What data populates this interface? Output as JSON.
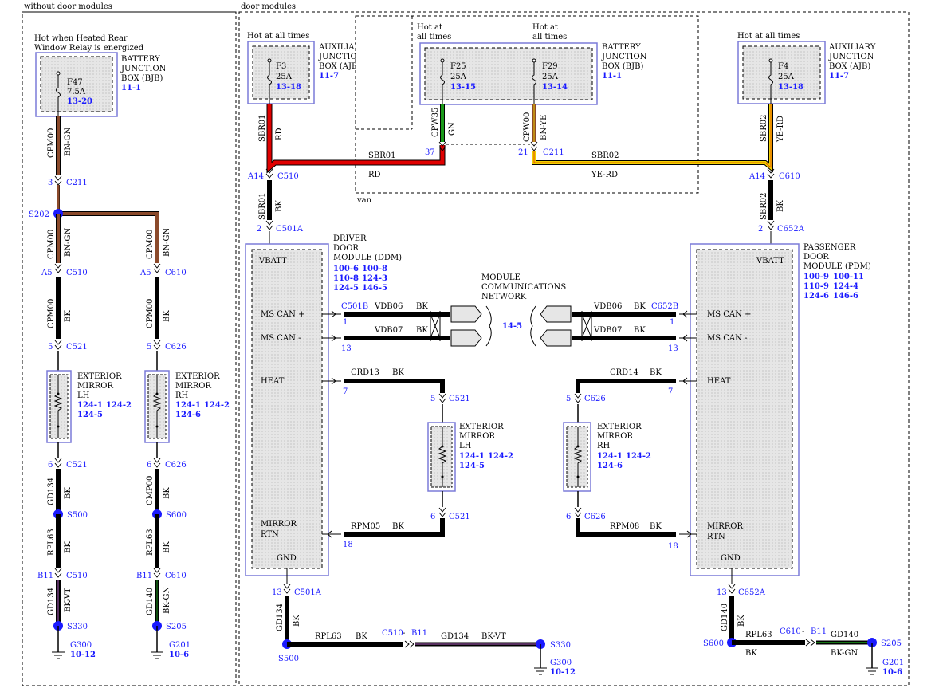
{
  "sections": {
    "left": "without door modules",
    "right": "door modules",
    "van": "van"
  },
  "colors": {
    "wire_black": "#000000",
    "wire_brown": "#8b4a2b",
    "wire_red": "#e00000",
    "wire_yellow": "#f0d000",
    "wire_green": "#1a9a1a",
    "splice": "#1a1aff",
    "ref_text": "#1a1aff",
    "box_outline": "#7b7bd8",
    "module_fill": "#e6e6e6"
  },
  "left_circuit": {
    "hot_note_1": "Hot when Heated Rear",
    "hot_note_2": "Window Relay is energized",
    "fuse": {
      "name": "F47",
      "rating": "7.5A",
      "ref": "13-20"
    },
    "bjb": {
      "l1": "BATTERY",
      "l2": "JUNCTION",
      "l3": "BOX (BJB)",
      "ref": "11-1"
    },
    "w_top_circuit": "CPM00",
    "w_top_color": "BN-GN",
    "c211_pin": "3",
    "c211": "C211",
    "s202": "S202",
    "lh_circuit": "CPM00",
    "lh_color": "BN-GN",
    "lh_c510_pin": "A5",
    "lh_c510": "C510",
    "lh_bk_circuit": "CPM00",
    "lh_bk_color": "BK",
    "lh_c521_pin_top": "5",
    "lh_c521_top": "C521",
    "mirror_lh": {
      "l1": "EXTERIOR",
      "l2": "MIRROR",
      "l3": "LH",
      "ref1": "124-1",
      "ref2": "124-2",
      "ref3": "124-5"
    },
    "lh_c521_pin_bot": "6",
    "lh_c521_bot": "C521",
    "lh_gd_circuit": "GD134",
    "lh_gd_color": "BK",
    "s500": "S500",
    "lh_rpl_circuit": "RPL63",
    "lh_rpl_color": "BK",
    "lh_c510b_pin": "B11",
    "lh_c510b": "C510",
    "lh_gd2_circuit": "GD134",
    "lh_gd2_color": "BK-VT",
    "s330": "S330",
    "g300": "G300",
    "g300_ref": "10-12",
    "rh_circuit": "CPM00",
    "rh_color": "BN-GN",
    "rh_c610_pin": "A5",
    "rh_c610": "C610",
    "rh_bk_circuit": "CPM00",
    "rh_bk_color": "BK",
    "rh_c626_pin_top": "5",
    "rh_c626_top": "C626",
    "mirror_rh": {
      "l1": "EXTERIOR",
      "l2": "MIRROR",
      "l3": "RH",
      "ref1": "124-1",
      "ref2": "124-2",
      "ref3": "124-6"
    },
    "rh_c626_pin_bot": "6",
    "rh_c626_bot": "C626",
    "rh_cm_circuit": "CMP00",
    "rh_cm_color": "BK",
    "s600": "S600",
    "rh_rpl_circuit": "RPL63",
    "rh_rpl_color": "BK",
    "rh_c610b_pin": "B11",
    "rh_c610b": "C610",
    "rh_gd_circuit": "GD140",
    "rh_gd_color": "BK-GN",
    "s205": "S205",
    "g201": "G201",
    "g201_ref": "10-6"
  },
  "right_circuit": {
    "hot_left": "Hot at all times",
    "ajb_left": {
      "l1": "AUXILIARY",
      "l2": "JUNCTION",
      "l3": "BOX (AJB)",
      "ref": "11-7"
    },
    "f3": {
      "name": "F3",
      "rating": "25A",
      "ref": "13-18"
    },
    "hot_f25_1": "Hot at",
    "hot_f25_2": "all times",
    "hot_f29_1": "Hot at",
    "hot_f29_2": "all times",
    "f25": {
      "name": "F25",
      "rating": "25A",
      "ref": "13-15"
    },
    "f29": {
      "name": "F29",
      "rating": "25A",
      "ref": "13-14"
    },
    "bjb": {
      "l1": "BATTERY",
      "l2": "JUNCTION",
      "l3": "BOX (BJB)",
      "ref": "11-1"
    },
    "hot_right": "Hot at all times",
    "ajb_right": {
      "l1": "AUXILIARY",
      "l2": "JUNCTION",
      "l3": "BOX (AJB)",
      "ref": "11-7"
    },
    "f4": {
      "name": "F4",
      "rating": "25A",
      "ref": "13-18"
    },
    "sbr01_v_circuit": "SBR01",
    "sbr01_v_color": "RD",
    "cpw35_circuit": "CPW35",
    "cpw35_color": "GN",
    "pin37": "37",
    "cpw00_circuit": "CPW00",
    "cpw00_color": "BN-YE",
    "pin21": "21",
    "c211": "C211",
    "sbr01_h": "SBR01",
    "sbr01_h_color": "RD",
    "sbr02_h": "SBR02",
    "sbr02_h_color": "YE-RD",
    "sbr02_v_circuit": "SBR02",
    "sbr02_v_color": "YE-RD",
    "a14_l": "A14",
    "c510": "C510",
    "a14_r": "A14",
    "c610": "C610",
    "sbr01_bk": "SBR01",
    "sbr01_bk_color": "BK",
    "sbr02_bk": "SBR02",
    "sbr02_bk_color": "BK",
    "pin2_l": "2",
    "c501a": "C501A",
    "pin2_r": "2",
    "c652a": "C652A",
    "ddm": {
      "l1": "DRIVER",
      "l2": "DOOR",
      "l3": "MODULE (DDM)",
      "r1a": "100-6",
      "r1b": "100-8",
      "r2a": "110-8",
      "r2b": "124-3",
      "r3a": "124-5",
      "r3b": "146-5"
    },
    "pdm": {
      "l1": "PASSENGER",
      "l2": "DOOR",
      "l3": "MODULE (PDM)",
      "r1a": "100-9",
      "r1b": "100-11",
      "r2a": "110-9",
      "r2b": "124-4",
      "r3a": "124-6",
      "r3b": "146-6"
    },
    "vbatt_l": "VBATT",
    "vbatt_r": "VBATT",
    "mscanp_l": "MS CAN +",
    "mscann_l": "MS CAN -",
    "mscanp_r": "MS CAN +",
    "mscann_r": "MS CAN -",
    "heat_l": "HEAT",
    "heat_r": "HEAT",
    "mirror_rtn_l1": "MIRROR",
    "mirror_rtn_l2": "RTN",
    "mirror_rtn_r1": "MIRROR",
    "mirror_rtn_r2": "RTN",
    "gnd_l": "GND",
    "gnd_r": "GND",
    "c501b": "C501B",
    "c652b": "C652B",
    "vdb06_l": "VDB06",
    "vdb06_l_color": "BK",
    "vdb07_l": "VDB07",
    "vdb07_l_color": "BK",
    "vdb06_r": "VDB06",
    "vdb06_r_color": "BK",
    "vdb07_r": "VDB07",
    "vdb07_r_color": "BK",
    "pin1_l": "1",
    "pin13_l": "13",
    "pin1_r": "1",
    "pin13_r": "13",
    "mcn_1": "MODULE",
    "mcn_2": "COMMUNICATIONS",
    "mcn_3": "NETWORK",
    "mcn_ref": "14-5",
    "crd13": "CRD13",
    "crd13_color": "BK",
    "pin7_l": "7",
    "crd14": "CRD14",
    "crd14_color": "BK",
    "pin7_r": "7",
    "c521_5": "5",
    "c521_top": "C521",
    "c521_6": "6",
    "c521_bot": "C521",
    "c626_5": "5",
    "c626_top": "C626",
    "c626_6": "6",
    "c626_bot": "C626",
    "mirror_lh": {
      "l1": "EXTERIOR",
      "l2": "MIRROR",
      "l3": "LH",
      "ref1": "124-1",
      "ref2": "124-2",
      "ref3": "124-5"
    },
    "mirror_rh": {
      "l1": "EXTERIOR",
      "l2": "MIRROR",
      "l3": "RH",
      "ref1": "124-1",
      "ref2": "124-2",
      "ref3": "124-6"
    },
    "rpm05": "RPM05",
    "rpm05_color": "BK",
    "pin18_l": "18",
    "rpm08": "RPM08",
    "rpm08_color": "BK",
    "pin18_r": "18",
    "pin13_gnd_l": "13",
    "c501a_gnd": "C501A",
    "pin13_gnd_r": "13",
    "c652a_gnd": "C652A",
    "gd134_v": "GD134",
    "gd134_v_color": "BK",
    "gd140_v": "GD140",
    "gd140_v_color": "BK",
    "s500": "S500",
    "s600": "S600",
    "rpl63_l": "RPL63",
    "rpl63_l_color": "BK",
    "rpl63_r": "RPL63",
    "rpl63_r_color": "BK",
    "c510_b": "C510",
    "dash_l": "-",
    "b11_l": "B11",
    "c610_b": "C610",
    "dash_r": "-",
    "b11_r": "B11",
    "gd134_h": "GD134",
    "gd134_h_color": "BK-VT",
    "gd140_h": "GD140",
    "gd140_h_color": "BK-GN",
    "s330": "S330",
    "g300": "G300",
    "g300_ref": "10-12",
    "s205": "S205",
    "g201": "G201",
    "g201_ref": "10-6"
  }
}
